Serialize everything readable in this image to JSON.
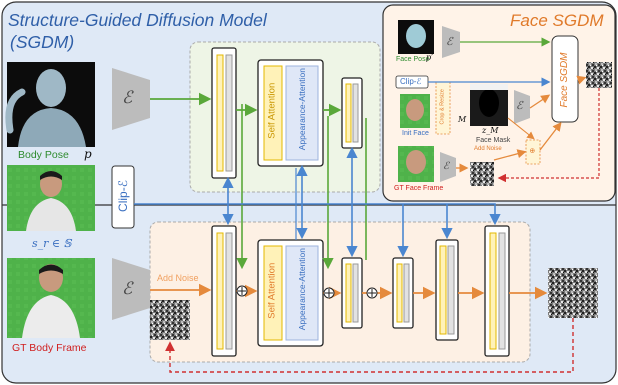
{
  "sgdm": {
    "title": "Structure-Guided Diffusion Model",
    "subtitle": "(SGDM)",
    "encoder_symbol": "ℰ",
    "clip_label": "Clip-ℰ",
    "body_pose_label": "Body Pose",
    "body_pose_symbol": "p",
    "style_ref_label": "s_r ∈ 𝕊",
    "gt_frame_label": "GT Body Frame",
    "add_noise_label": "Add Noise",
    "self_attention_label": "Self Attention",
    "appearance_attention_label": "Appearance-Attention",
    "plus_symbol": "⊕"
  },
  "face_sgdm": {
    "title": "Face SGDM",
    "face_pose_label": "Face Pose",
    "face_pose_symbol": "p′",
    "clip_label": "Clip-ℰ",
    "init_face_label": "Init Face",
    "crop_label": "Crop & Resize",
    "mask_symbol": "M",
    "masked_symbol": "z_M",
    "face_mask_label": "Face Mask",
    "add_noise_label": "Add Noise",
    "gt_face_label": "GT Face Frame",
    "face_sgdm_block_label": "Face SGDM",
    "encoder_symbol": "ℰ",
    "fusion_label": "⊕"
  },
  "colors": {
    "blue_panel": "#dde8f5",
    "face_panel": "#fff1e6",
    "green_arrow": "#5aa83a",
    "blue_arrow": "#4a86d0",
    "orange_arrow": "#e58a3c",
    "red_dashed": "#d03030"
  }
}
